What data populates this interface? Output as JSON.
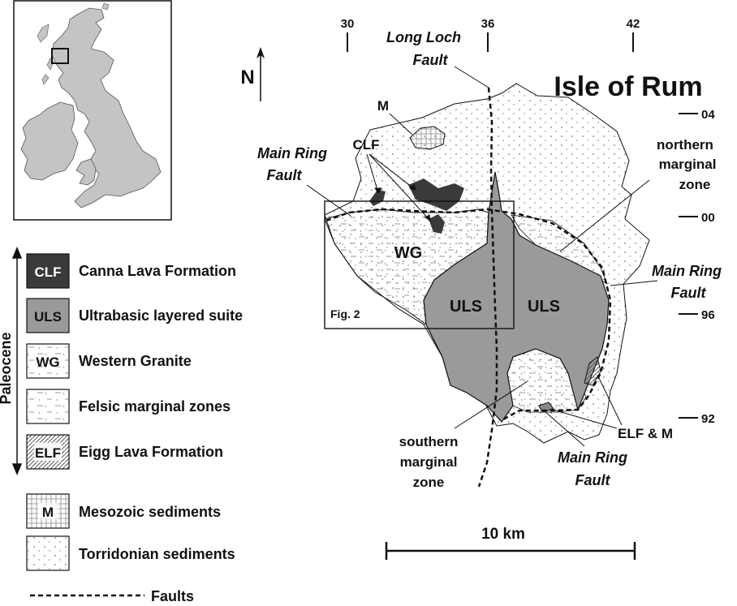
{
  "title": "Isle of Rum",
  "north_label": "N",
  "grid": {
    "eastings": [
      "30",
      "36",
      "42"
    ],
    "northings": [
      "04",
      "00",
      "96",
      "92"
    ]
  },
  "faults": {
    "long_loch": [
      "Long Loch",
      "Fault"
    ],
    "main_ring_nw": [
      "Main Ring",
      "Fault"
    ],
    "main_ring_e": [
      "Main Ring",
      "Fault"
    ],
    "main_ring_s": [
      "Main Ring",
      "Fault"
    ]
  },
  "map_labels": {
    "clf": "CLF",
    "m": "M",
    "wg": "WG",
    "uls_west": "ULS",
    "uls_east": "ULS",
    "fig2": "Fig. 2",
    "elf_m": "ELF & M",
    "northern_zone": [
      "northern",
      "marginal",
      "zone"
    ],
    "southern_zone": [
      "southern",
      "marginal",
      "zone"
    ]
  },
  "scale_bar": "10 km",
  "period_label": "Paleocene",
  "legend": [
    {
      "code": "CLF",
      "label": "Canna Lava Formation"
    },
    {
      "code": "ULS",
      "label": "Ultrabasic layered suite"
    },
    {
      "code": "WG",
      "label": "Western Granite"
    },
    {
      "code": "",
      "label": "Felsic marginal zones"
    },
    {
      "code": "ELF",
      "label": "Eigg Lava Formation"
    },
    {
      "code": "M",
      "label": "Mesozoic sediments"
    },
    {
      "code": "",
      "label": "Torridonian sediments"
    }
  ],
  "faults_legend": "Faults",
  "colors": {
    "clf": "#3a3a3a",
    "uls": "#9a9a9a",
    "land_inset": "#c4c4c4",
    "sediment": "#ffffff",
    "outline": "#111111"
  }
}
